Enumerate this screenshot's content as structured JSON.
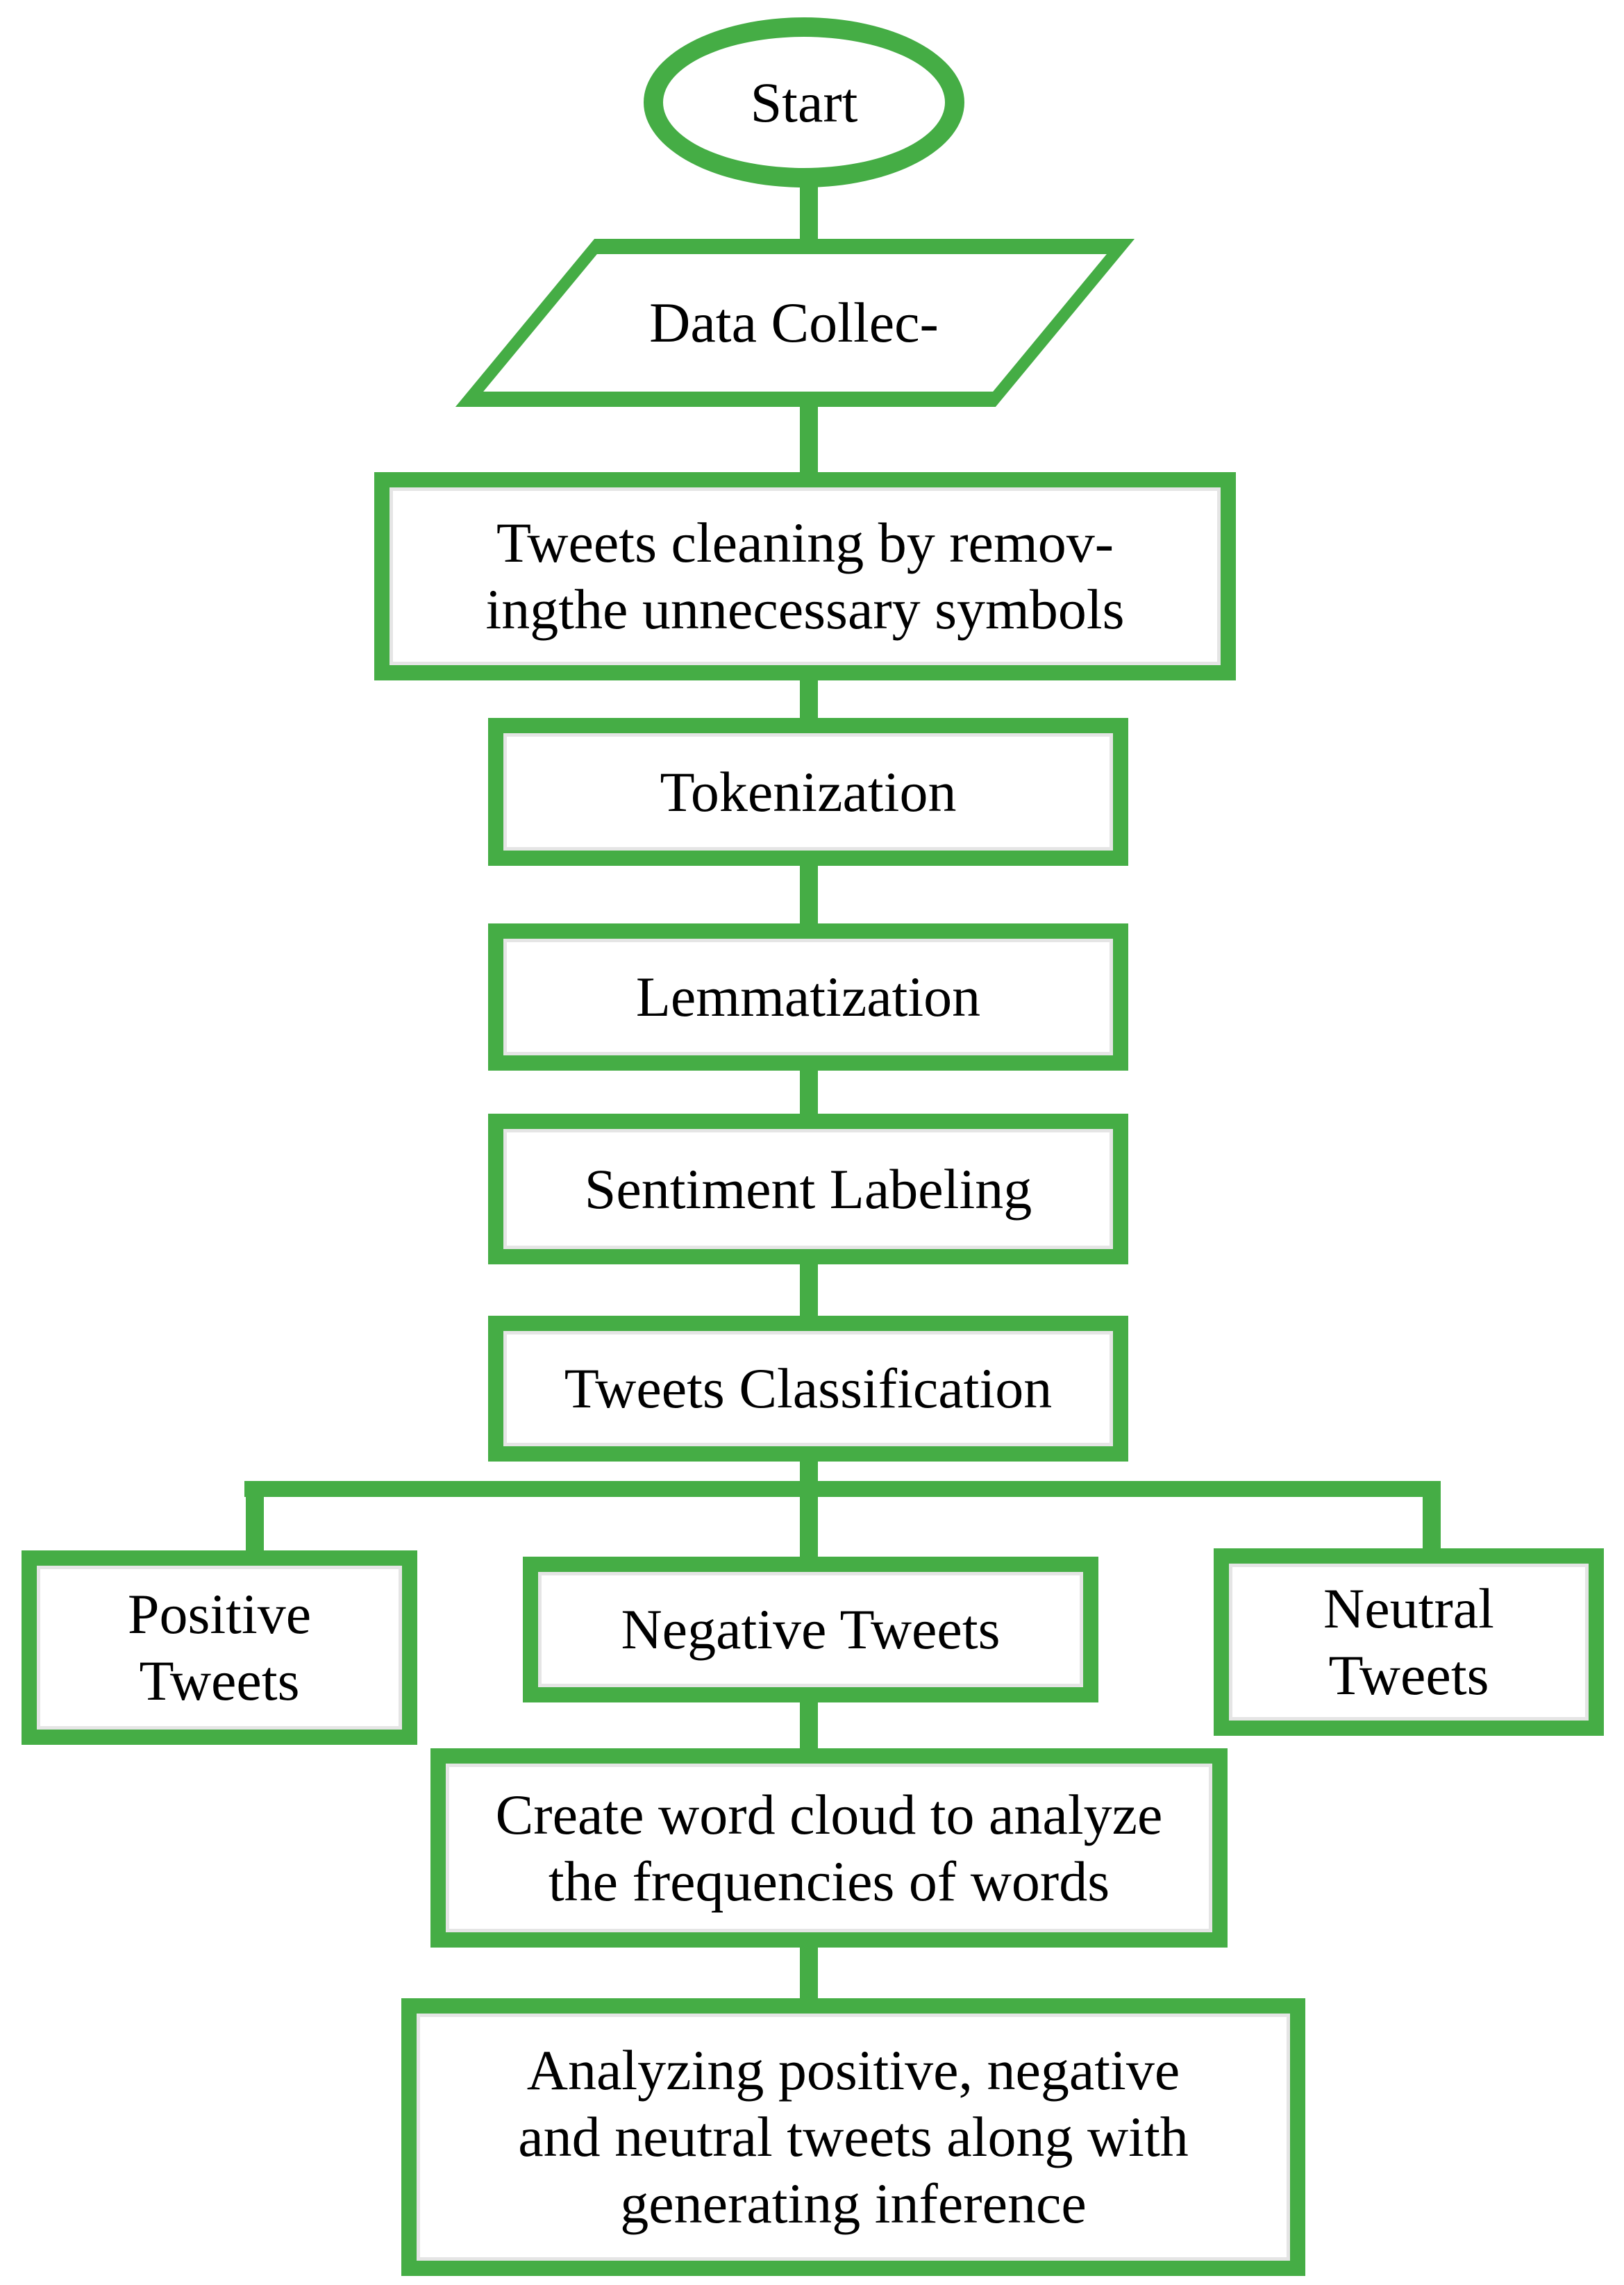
{
  "diagram": {
    "title_semantic": "Twitter sentiment analysis workflow flowchart",
    "accent_green": "#45ad45",
    "text_color": "#000000",
    "background_color": "#ffffff",
    "nodes": {
      "start": {
        "shape": "ellipse",
        "label": "Start"
      },
      "data_collection": {
        "shape": "parallelogram",
        "label": "Data Collec-"
      },
      "cleaning": {
        "shape": "rect",
        "label": "Tweets cleaning by remov-\ningthe unnecessary symbols"
      },
      "tokenization": {
        "shape": "rect",
        "label": "Tokenization"
      },
      "lemmatization": {
        "shape": "rect",
        "label": "Lemmatization"
      },
      "sentiment_labeling": {
        "shape": "rect",
        "label": "Sentiment Labeling"
      },
      "tweets_classification": {
        "shape": "rect",
        "label": "Tweets Classification"
      },
      "positive_tweets": {
        "shape": "rect",
        "label": "Positive\nTweets"
      },
      "negative_tweets": {
        "shape": "rect",
        "label": "Negative Tweets"
      },
      "neutral_tweets": {
        "shape": "rect",
        "label": "Neutral\nTweets"
      },
      "word_cloud": {
        "shape": "rect",
        "label": "Create word cloud to analyze\nthe frequencies of words"
      },
      "analyzing": {
        "shape": "rect",
        "label": "Analyzing positive, negative\nand neutral tweets along with\ngenerating inference"
      }
    },
    "edges": [
      {
        "from": "start",
        "to": "data_collection"
      },
      {
        "from": "data_collection",
        "to": "cleaning"
      },
      {
        "from": "cleaning",
        "to": "tokenization"
      },
      {
        "from": "tokenization",
        "to": "lemmatization"
      },
      {
        "from": "lemmatization",
        "to": "sentiment_labeling"
      },
      {
        "from": "sentiment_labeling",
        "to": "tweets_classification"
      },
      {
        "from": "tweets_classification",
        "to": "positive_tweets"
      },
      {
        "from": "tweets_classification",
        "to": "negative_tweets"
      },
      {
        "from": "tweets_classification",
        "to": "neutral_tweets"
      },
      {
        "from": "negative_tweets",
        "to": "word_cloud"
      },
      {
        "from": "word_cloud",
        "to": "analyzing"
      }
    ]
  }
}
